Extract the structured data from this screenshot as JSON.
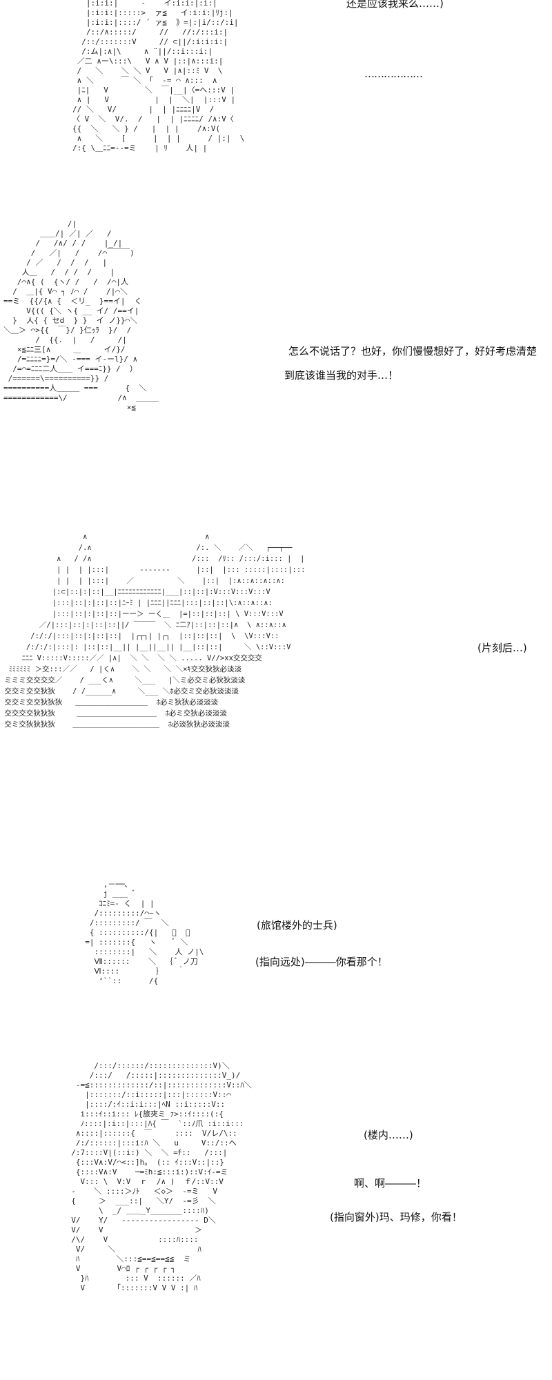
{
  "panels": [
    {
      "art": "   |:i:i:|     -    イ:i:i:|:i:|\n   |:i:i:|:::::>  ァ≦   イ:i:i:|ﾘj:|\n   |:i:i:|::::/ ´ ァ≦  》=|:|i/::/:i|\n   /::/∧:::::/     //   //:/:::i:|\n  /::/:::::::V     // ⊂||/:i:i:i:|\n  /:ム|:∧|\\     ∧ ¨||/::i:::i:|\n ／二 ∧ー\\:::\\   V ∧ V |::|∧:::i:|\n /   ＼    ＼ ＼ V   V |∧|::ﾐ V  \\\n ∧ ＼      ￣ ＼ 「  -= ⌒ ∧:::  ∧\n |ﾆ|   V        ＼  ￣|__|〈=へ:::V |\n ∧ |   V          |  |  ＼|  |:::V |\n// ＼   V/       |  | |ﾆﾆﾆﾆ|V  /\n〈 V  ＼  V/.  /   |  | |ﾆﾆﾆﾆ/ /∧:V〈\n{{  ＼   ＼ } /   |  | |    /∧:V(\n ∧   ＼    [      |  | |      / |:|  \\\n/:{ \\＿ﾆﾆ=--=ミ    | ﾘ    人| |",
      "lines": [
        "还是应该我来么……)",
        "………………"
      ]
    },
    {
      "art": "              /|\n        ＿＿/| ／| ／   /\n       /   /∧/ / /    |_/|\n      /   ／|   /    /⌒￣￣￣)\n     / ／   /  /  /   |\n    人＿   /  / /  /    |\n   /⌒∧{ (  {ヽ/ /   /  /⌒|人\n  /  ＿|{ V⌒ ┐ ﾉ⌒ /    /|⌒＼\n==ミ  {{/{∧ {  ＜リ_  }==イ|  く\n     V{(( {＼ ヽ{ __ イ/ /==イ|\n  }  人{ { セd  } }  イ ノ}}⌒＼\n＼＿＞ ⌒>{{  ￣}/ }仁ｯﾗ  }/  /\n       /  {{.  |   /     /|\n   ×≦ﾆﾆ三[∧     ＿     イ/}/\n   /=ﾆﾆﾆﾆ=}=/＼ ‐=== イ-ーl}/ ∧\n  /=⌒=ﾆﾆﾆ二人＿＿ イ===ﾆ}} /  ）\n /======\\==========}} /\n==========人＿＿＿ ===      {  ＼\n============\\/           /∧  ＿＿＿\n                           ×≦",
      "lines": [
        "怎么不说话了？也好，你们慢慢想好了，好好考虑清楚",
        "到底该谁当我的对手…！"
      ]
    },
    {
      "art": "                   ∧                           ∧\n                  /.∧                        /:. ＼    ／＼   ┌──┬──\n             ∧   / /∧                       /:::  /ﾘ:: /:::/:i::: |  |\n             | |  | |:::|       ‐‐‐‐‐‐‐      |::|  |::: :::::|::::|:::\n             | |  | |:::|    ／          ＼    |::|  |:∧::∧::∧::∧:\n            |:⊂|::|:|::|__|ﾆﾆﾆﾆﾆﾆﾆﾆﾆﾆﾆﾆ|___|::|::|:V:::V:::V:::V\n            |:::|::|:|::|::|ﾆｰﾐ | |ﾆﾆﾆ||ﾆﾆﾆ|:::|::|::|\\:∧::∧::∧:\n            |:::|::|:|::|::|ーー＞ ーく＿  |=|::|::|::| \\ V:::V:::V\n         ／/|:::|::|:|::|::||/ ￣￣￣  ＼ ﾆ二ｱ|::|::|::|∧  \\ ∧::∧::∧\n       /:/:/|:::|::|:|::|::|  |┌┬┐| |┌┐  |::|::|::|  \\  \\V:::V::\n      /:/:/:|:::|: |::|::|__|| |__||__|| |__|::|::|     ＼ \\::V:::V\n     ﾆﾆﾆ V:::::V:::::／／ |∧|  ＼ ＼  ＼ ＼ ..... V//>xx交交交交\n  ﾐﾐﾐﾐﾐﾐ ＞交:::／／   / |く∧    ＼ ＼   ＼ ＼×ｷ交交狄狄必淡淡\n ミミミ交交交交／    / ___く∧     ＼___   |＼ミ必交ミ必狄狄淡淡\n 交交ミ交交狄狄    / /______∧     ＼___ ＼ﾎ必交ミ交必狄淡淡淡\n 交交ミ交交狄狄狄   ＿＿＿＿＿＿＿＿＿＿  ﾎ必ミ狄狄必淡淡淡\n 交交交交狄狄狄     ＿＿＿＿＿＿＿＿＿＿＿  ﾎ必ミ交狄必淡淡淡\n 交ミ交狄狄狄狄    ＿＿＿＿＿＿＿＿＿＿＿＿  ﾎ必淡狄狄必淡淡淡",
      "lines": [
        "(片刻后…)"
      ]
    },
    {
      "art": "      ,－──､\n      j ＿＿ ﾞ\n     ｺﾆﾐ=- く  | |\n    /:::::::::/⌒~ヽ\n   /:::::::::/ ￣  ＼\n   { ::::::::::/{|   ﾞ  ＼\n  =| :::::::{   ヽ    ﾞ ＼\n    ::::::::|   ＼    人 ノ|\\\n    Ⅶ::::::    ＼  ｛ ﾞ ノ刀\n    Ⅵ::::        ｝   ｀\n     ‘``::      /{",
      "lines": [
        "(旅馆楼外的士兵)",
        "(指向远处)―――你看那个！"
      ]
    },
    {
      "art": "       /:::/::::::/::::::::::::::V)＼\n      /:::/   /:::::|::::::::::::::V_)/\n   -=≦:::::::::::::/::|:::::::::::::V::ﾊ＼\n     |:::::::/::i:::::|:::|::::::V::⌒\n     |::::/:ｲ::i:i:::|ﾍN ::i:::::V::\n    i:::ｲ::i::: ﾚ{旅夾ミ ｧ>::ｲ::::(:{\n    ﾉ::::|:i::|:::|ﾊ{ ￣  `::ﾉ爪 :i::i:::\n   ∧::::|::::::{  ￣     ::::  V/レ/\\::\n   /:/::::::|:::i:ﾊ ＼   u     V::/::ヘ\n  /:7::::V|(::i:) ＼  ＼ =ﾁ::   /:::|\n   {:::V∧:V/⌒<::]h。 (:: ｲ:::V::|::}\n   {::::V∧:V    ─=ﾐh:≦:::i:)::V:ｲ-=ミ\n    V::: \\  V:V  ｒ  /∧ )  ｆ/::V::V\n  -    ＼ ::::＞ﾉﾄ   ＜◇＞  -=ミ   V\n  {     ＞  ___::|   ＼Y/  -=彡  ＼\n        \\  _/ ＿＿_Y_______::::ﾊ)\n  V/    Y/   ‐‐‐‐‐‐‐‐‐‐‐‐‐‐‐‐‐ D＼\n  V/    V                    ＞\n  /\\/    V           ::::ﾊ::::\n   V/     ＼                  ﾊ\n   ﾊ        ＼:::≦==≦==≦≦  ミ\n   V        V⌒ﾛ ┌ ┌ ┌ ┌ ┐\n    }ﾊ        ::: V  :::::: ／ﾊ\n    V       ｢:::::::V V V :| ﾊ",
      "lines": [
        "(楼内……)",
        "啊、啊―――！",
        "(指向窗外)玛、玛修，你看！"
      ]
    }
  ]
}
